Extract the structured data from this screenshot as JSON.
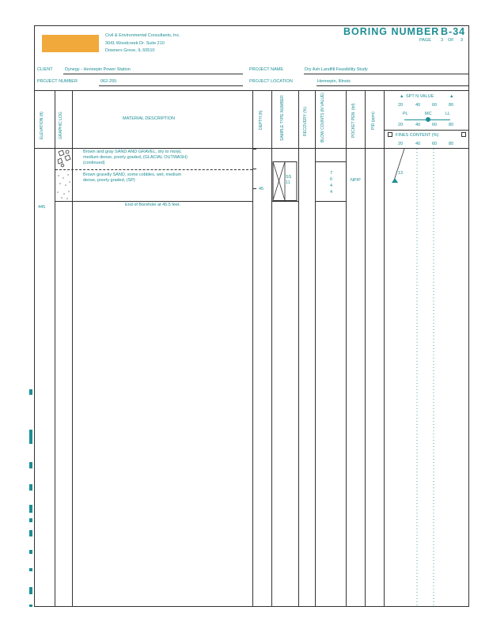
{
  "company": {
    "name": "Civil & Environmental Consultants, Inc.",
    "address1": "3041 Woodcreek Dr. Suite 210",
    "address2": "Downers Grove, IL 60510"
  },
  "title": {
    "label": "BORING NUMBER",
    "number": "B-34",
    "page_label": "PAGE",
    "page": "3",
    "of_label": "OF",
    "pages": "3"
  },
  "info": {
    "client_label": "CLIENT",
    "client": "Dynegy - Hennepin Power Station",
    "project_number_label": "PROJECT NUMBER",
    "project_number": "062-255",
    "project_name_label": "PROJECT NAME",
    "project_name": "Dry Ash Landfill Feasibility Study",
    "project_location_label": "PROJECT LOCATION",
    "project_location": "Hennepin, Illinois"
  },
  "columns": {
    "elevation": "ELEVATION (ft)",
    "graphic_log": "GRAPHIC LOG",
    "material": "MATERIAL DESCRIPTION",
    "depth": "DEPTH (ft)",
    "sample_type": "SAMPLE TYPE NUMBER",
    "recovery": "RECOVERY (%)",
    "blow_counts": "BLOW COUNTS (N VALUE)",
    "pocket_pen": "POCKET PEN. (tsf)",
    "pid": "PID (ppm)"
  },
  "chart_header": {
    "spt_label": "SPT N VALUE",
    "ticks": [
      "20",
      "40",
      "60",
      "80"
    ],
    "pl": "PL",
    "mc": "MC",
    "ll": "LL",
    "fines_label": "FINES CONTENT (%)"
  },
  "log": {
    "material1": [
      "Brown and gray SAND AND GRAVEL, dry to moist,",
      "medium dense, poorly graded, (GLACIAL OUTWASH)",
      "(continued)"
    ],
    "material2": [
      "Brown gravelly SAND, some cobbles, wet, medium",
      "dense, poorly graded, (SP)"
    ],
    "end_note": "End of Borehole at 45.5 feet.",
    "elevation_end": "445",
    "depth_mark": "45",
    "sample_type": "SS",
    "sample_number": "11",
    "blow_counts": [
      "7",
      "6",
      "4",
      "4"
    ],
    "pocket_pen": "NP/P",
    "spt_value": "13"
  },
  "colors": {
    "accent": "#1c8e95",
    "logo": "#f2a93b",
    "lines": "#333333"
  }
}
